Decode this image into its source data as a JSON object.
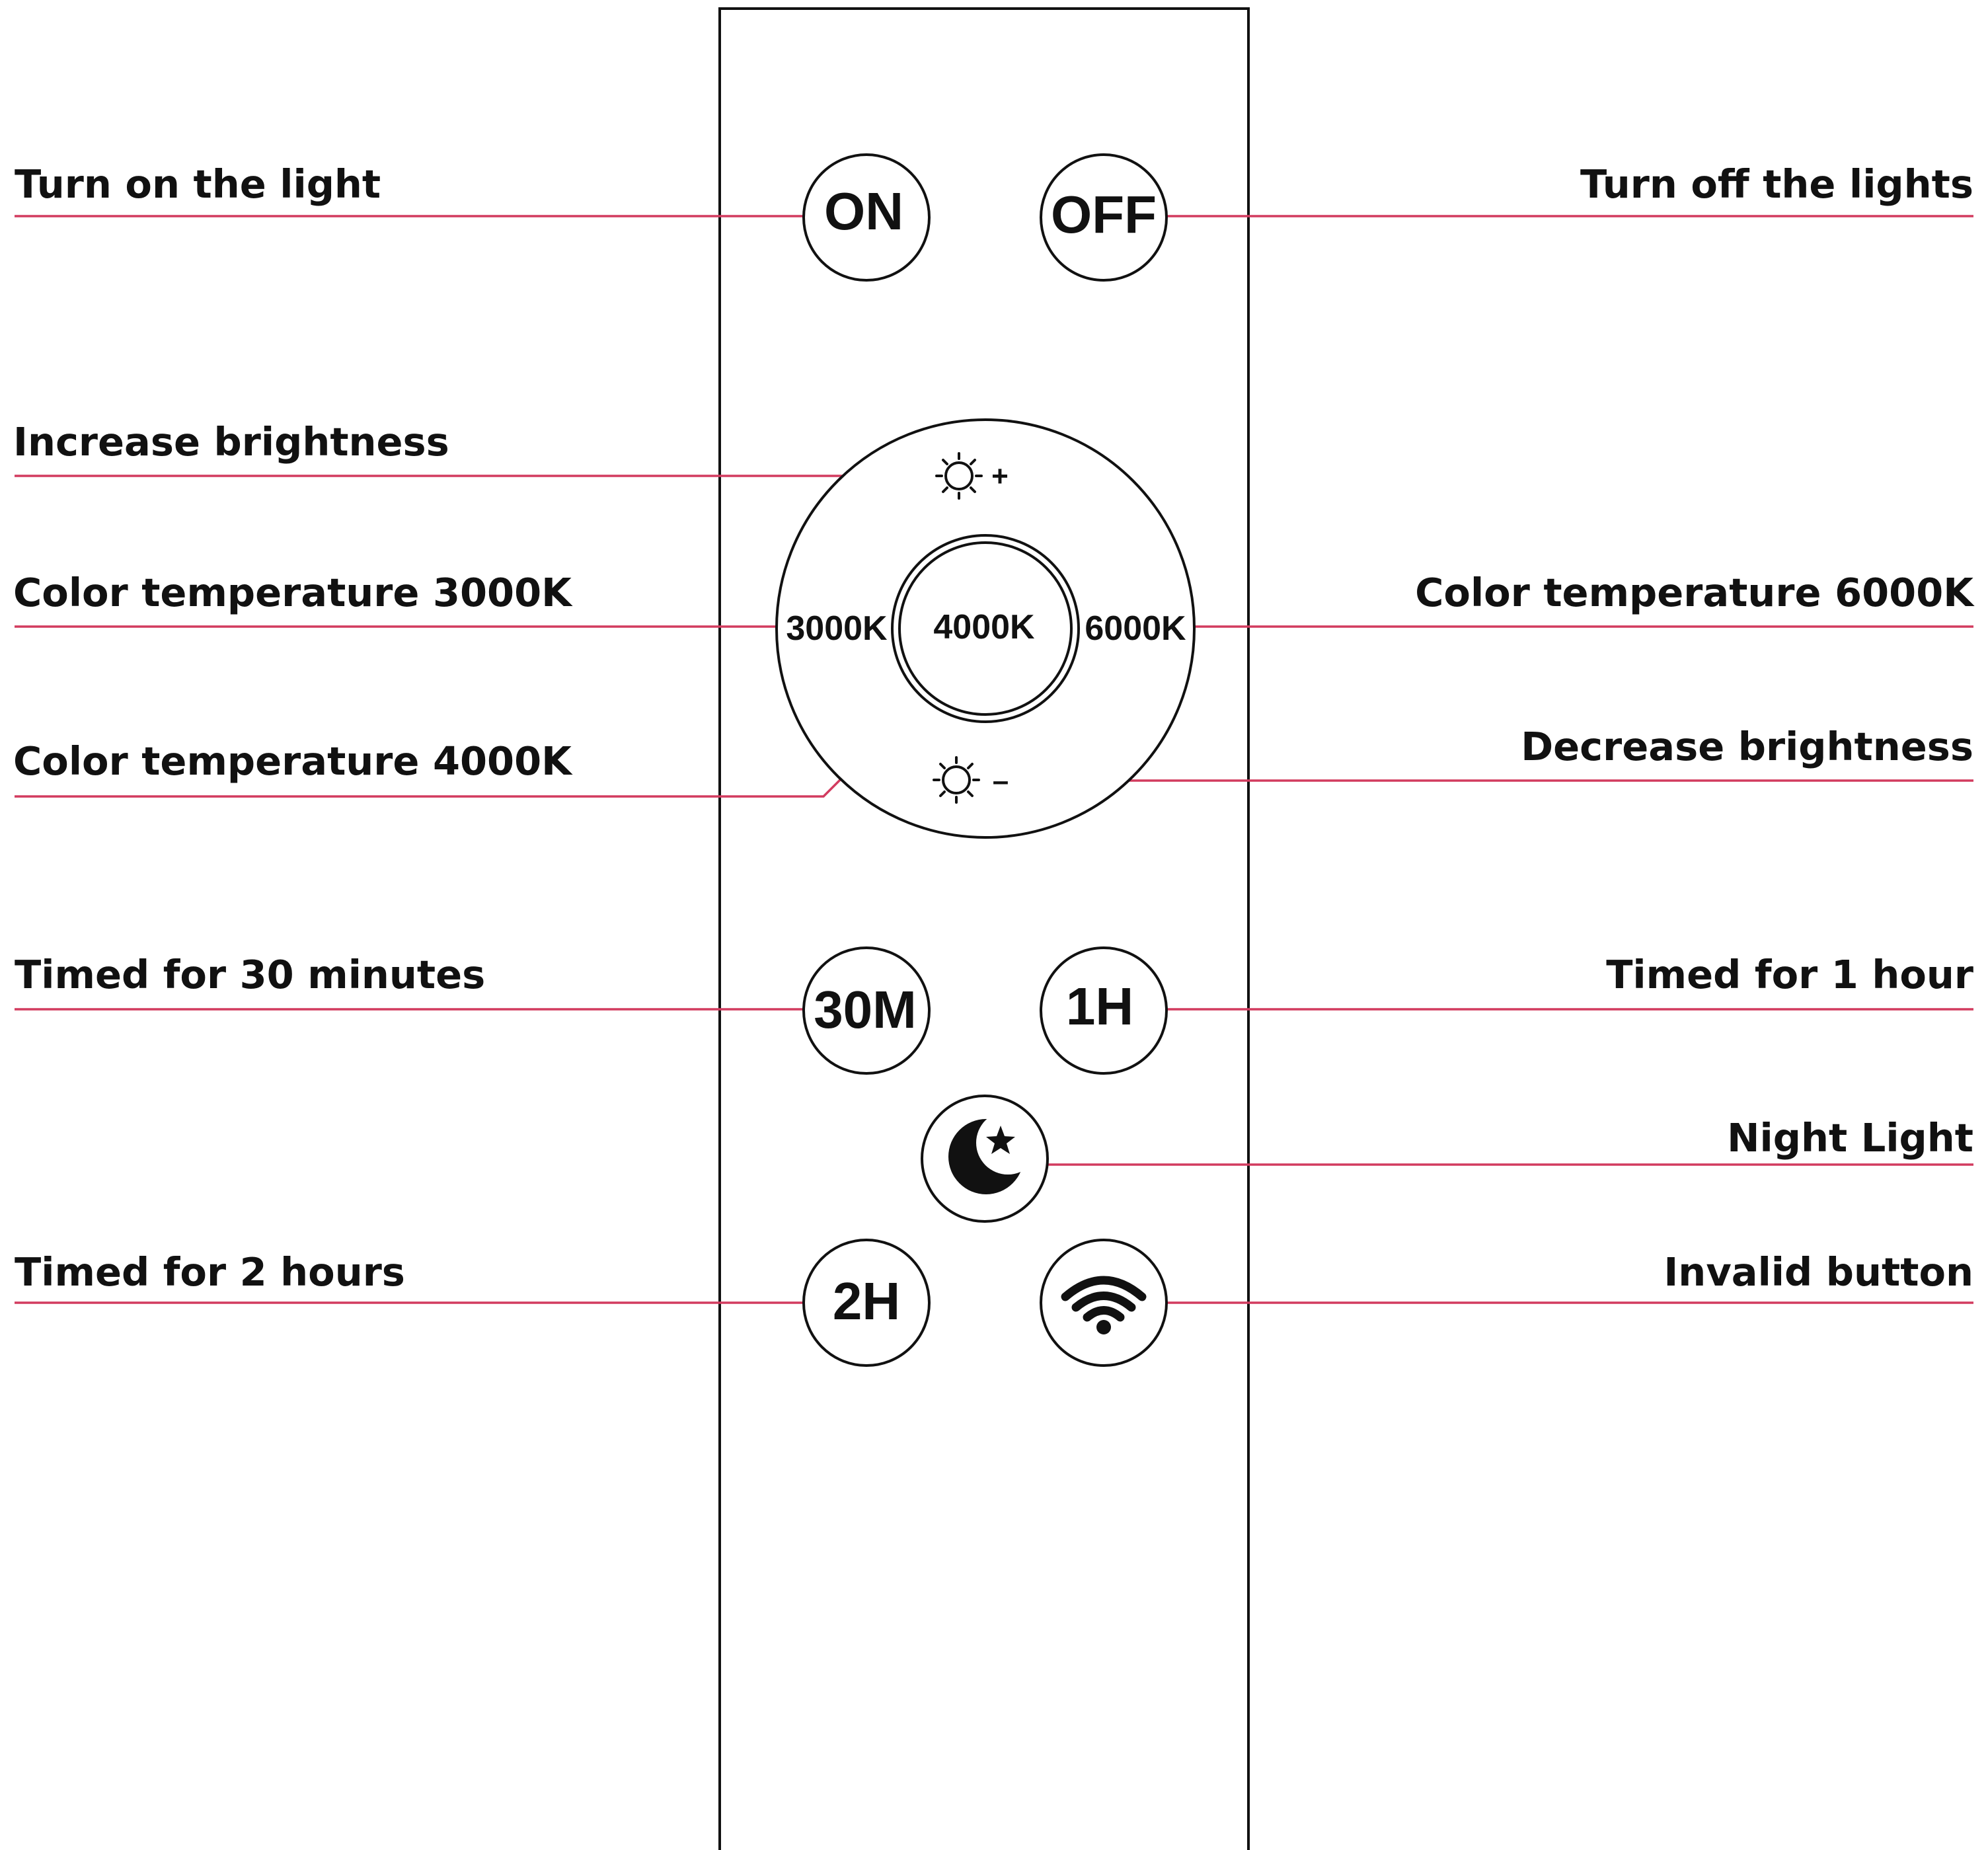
{
  "colors": {
    "callout_line": "#d23b5f",
    "outline": "#111111"
  },
  "buttons": {
    "on": "ON",
    "off": "OFF",
    "k3000": "3000K",
    "k4000": "4000K",
    "k6000": "6000K",
    "brightness_up_sign": "+",
    "brightness_down_sign": "–",
    "m30": "30M",
    "h1": "1H",
    "h2": "2H"
  },
  "icons": {
    "brightness_up": "sun-plus-icon",
    "brightness_down": "sun-minus-icon",
    "night_light": "moon-star-icon",
    "invalid": "wifi-icon"
  },
  "labels": {
    "turn_on": "Turn on the light",
    "turn_off": "Turn off the lights",
    "increase_brightness": "Increase brightness",
    "color_3000k": "Color temperature 3000K",
    "color_6000k": "Color temperature 6000K",
    "color_4000k": "Color temperature 4000K",
    "decrease_brightness": "Decrease brightness",
    "timed_30m": "Timed for 30 minutes",
    "timed_1h": "Timed for 1 hour",
    "night_light": "Night Light",
    "timed_2h": "Timed for 2 hours",
    "invalid_button": "Invalid button"
  }
}
